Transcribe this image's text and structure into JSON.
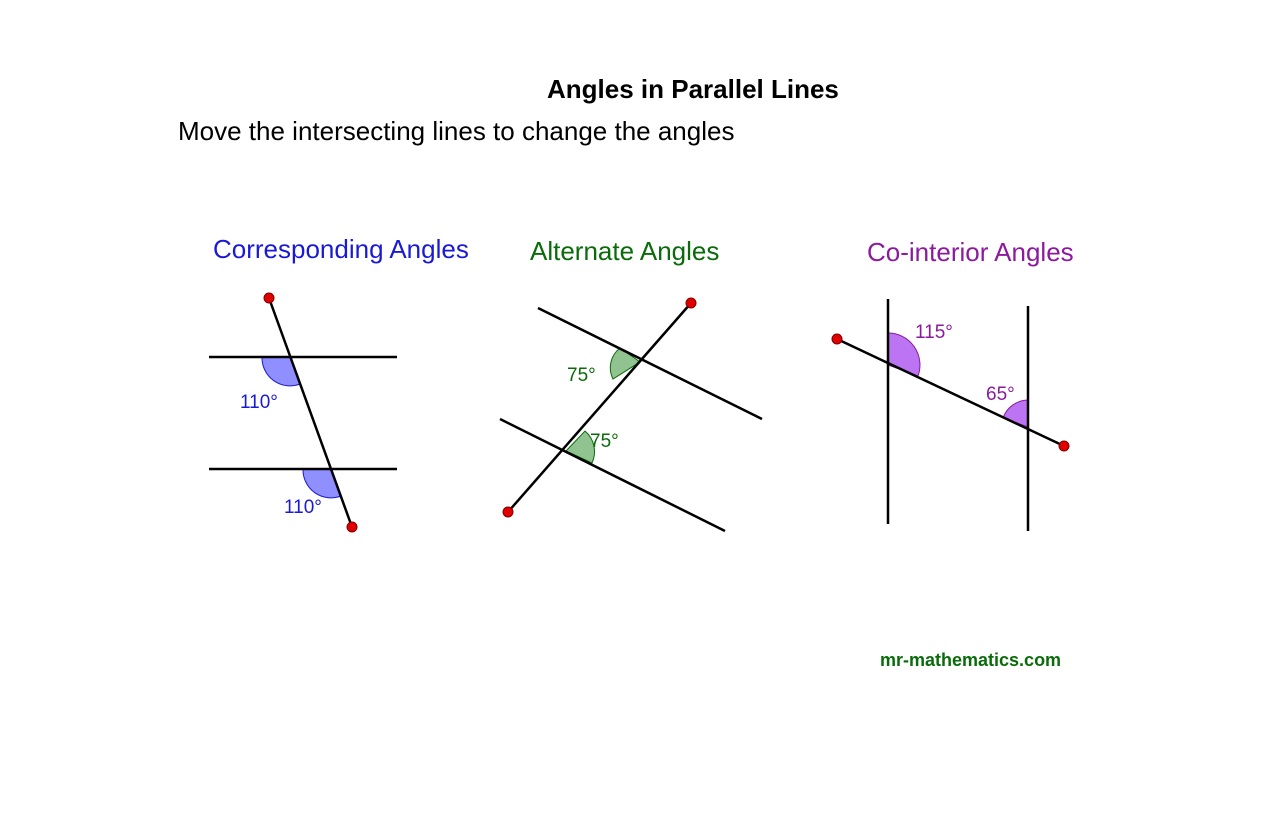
{
  "title": "Angles in Parallel Lines",
  "subtitle": "Move the intersecting lines to change the angles",
  "sections": {
    "corresponding": {
      "heading": "Corresponding Angles",
      "color": "#1a1ad6",
      "fill": "#7b7bff",
      "angle_top": "110°",
      "angle_bottom": "110°"
    },
    "alternate": {
      "heading": "Alternate Angles",
      "color": "#0a6b0a",
      "fill": "#7db87d",
      "angle_top": "75°",
      "angle_bottom": "75°"
    },
    "cointerior": {
      "heading": "Co-interior Angles",
      "color": "#8b1a9e",
      "fill": "#b05cf0",
      "angle_left": "115°",
      "angle_right": "65°"
    }
  },
  "colors": {
    "line": "#000000",
    "point": "#e00000",
    "credit": "#0a6b0a"
  },
  "credit": "mr-mathematics.com"
}
